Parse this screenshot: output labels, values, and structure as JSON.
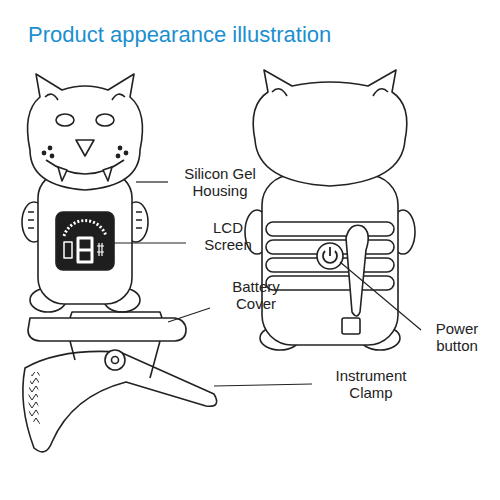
{
  "diagram": {
    "title": "Product appearance illustration",
    "labels": [
      "Silicon Gel Housing",
      "LCD Screen",
      "Battery Cover",
      "Instrument Clamp",
      "Power button"
    ]
  }
}
